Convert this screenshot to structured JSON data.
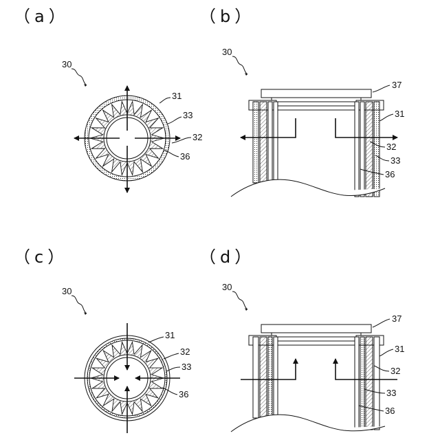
{
  "figure": {
    "panels": [
      {
        "id": "a",
        "label": "（a）"
      },
      {
        "id": "b",
        "label": "（b）"
      },
      {
        "id": "c",
        "label": "（c）"
      },
      {
        "id": "d",
        "label": "（d）"
      }
    ],
    "refs": {
      "r30": "30",
      "r31": "31",
      "r32": "32",
      "r33": "33",
      "r36": "36",
      "r37": "37"
    }
  }
}
